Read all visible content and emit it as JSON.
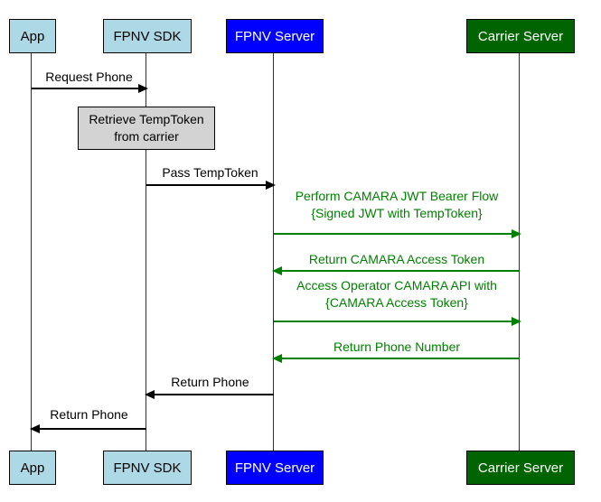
{
  "diagram": {
    "type": "sequence-diagram",
    "actors": [
      {
        "id": "app",
        "label": "App",
        "fill": "#add8e6",
        "text_color": "#000000"
      },
      {
        "id": "fpnv-sdk",
        "label": "FPNV SDK",
        "fill": "#add8e6",
        "text_color": "#000000"
      },
      {
        "id": "fpnv-server",
        "label": "FPNV Server",
        "fill": "#0000ff",
        "text_color": "#ffffff"
      },
      {
        "id": "carrier-server",
        "label": "Carrier Server",
        "fill": "#006400",
        "text_color": "#ffffff"
      }
    ],
    "activity_note": {
      "on": "FPNV SDK",
      "line1": "Retrieve TempToken",
      "line2": "from carrier",
      "fill": "#d3d3d3"
    },
    "messages": [
      {
        "from": "App",
        "to": "FPNV SDK",
        "label": "Request Phone",
        "color": "#000000",
        "direction": "right"
      },
      {
        "from": "FPNV SDK",
        "to": "FPNV Server",
        "label": "Pass TempToken",
        "color": "#000000",
        "direction": "right"
      },
      {
        "from": "FPNV Server",
        "to": "Carrier Server",
        "label": "Perform CAMARA JWT Bearer Flow",
        "label2": "{Signed JWT with TempToken}",
        "color": "#008000",
        "direction": "right"
      },
      {
        "from": "Carrier Server",
        "to": "FPNV Server",
        "label": "Return CAMARA Access Token",
        "color": "#008000",
        "direction": "left"
      },
      {
        "from": "FPNV Server",
        "to": "Carrier Server",
        "label": "Access Operator CAMARA API with",
        "label2": "{CAMARA Access Token}",
        "color": "#008000",
        "direction": "right"
      },
      {
        "from": "Carrier Server",
        "to": "FPNV Server",
        "label": "Return Phone Number",
        "color": "#008000",
        "direction": "left"
      },
      {
        "from": "FPNV Server",
        "to": "FPNV SDK",
        "label": "Return Phone",
        "color": "#000000",
        "direction": "left"
      },
      {
        "from": "FPNV SDK",
        "to": "App",
        "label": "Return Phone",
        "color": "#000000",
        "direction": "left"
      }
    ],
    "colors": {
      "actor_light_blue": "#add8e6",
      "actor_blue": "#0000ff",
      "actor_dark_green": "#006400",
      "message_green": "#008000",
      "note_gray": "#d3d3d3",
      "line_black": "#000000"
    }
  }
}
